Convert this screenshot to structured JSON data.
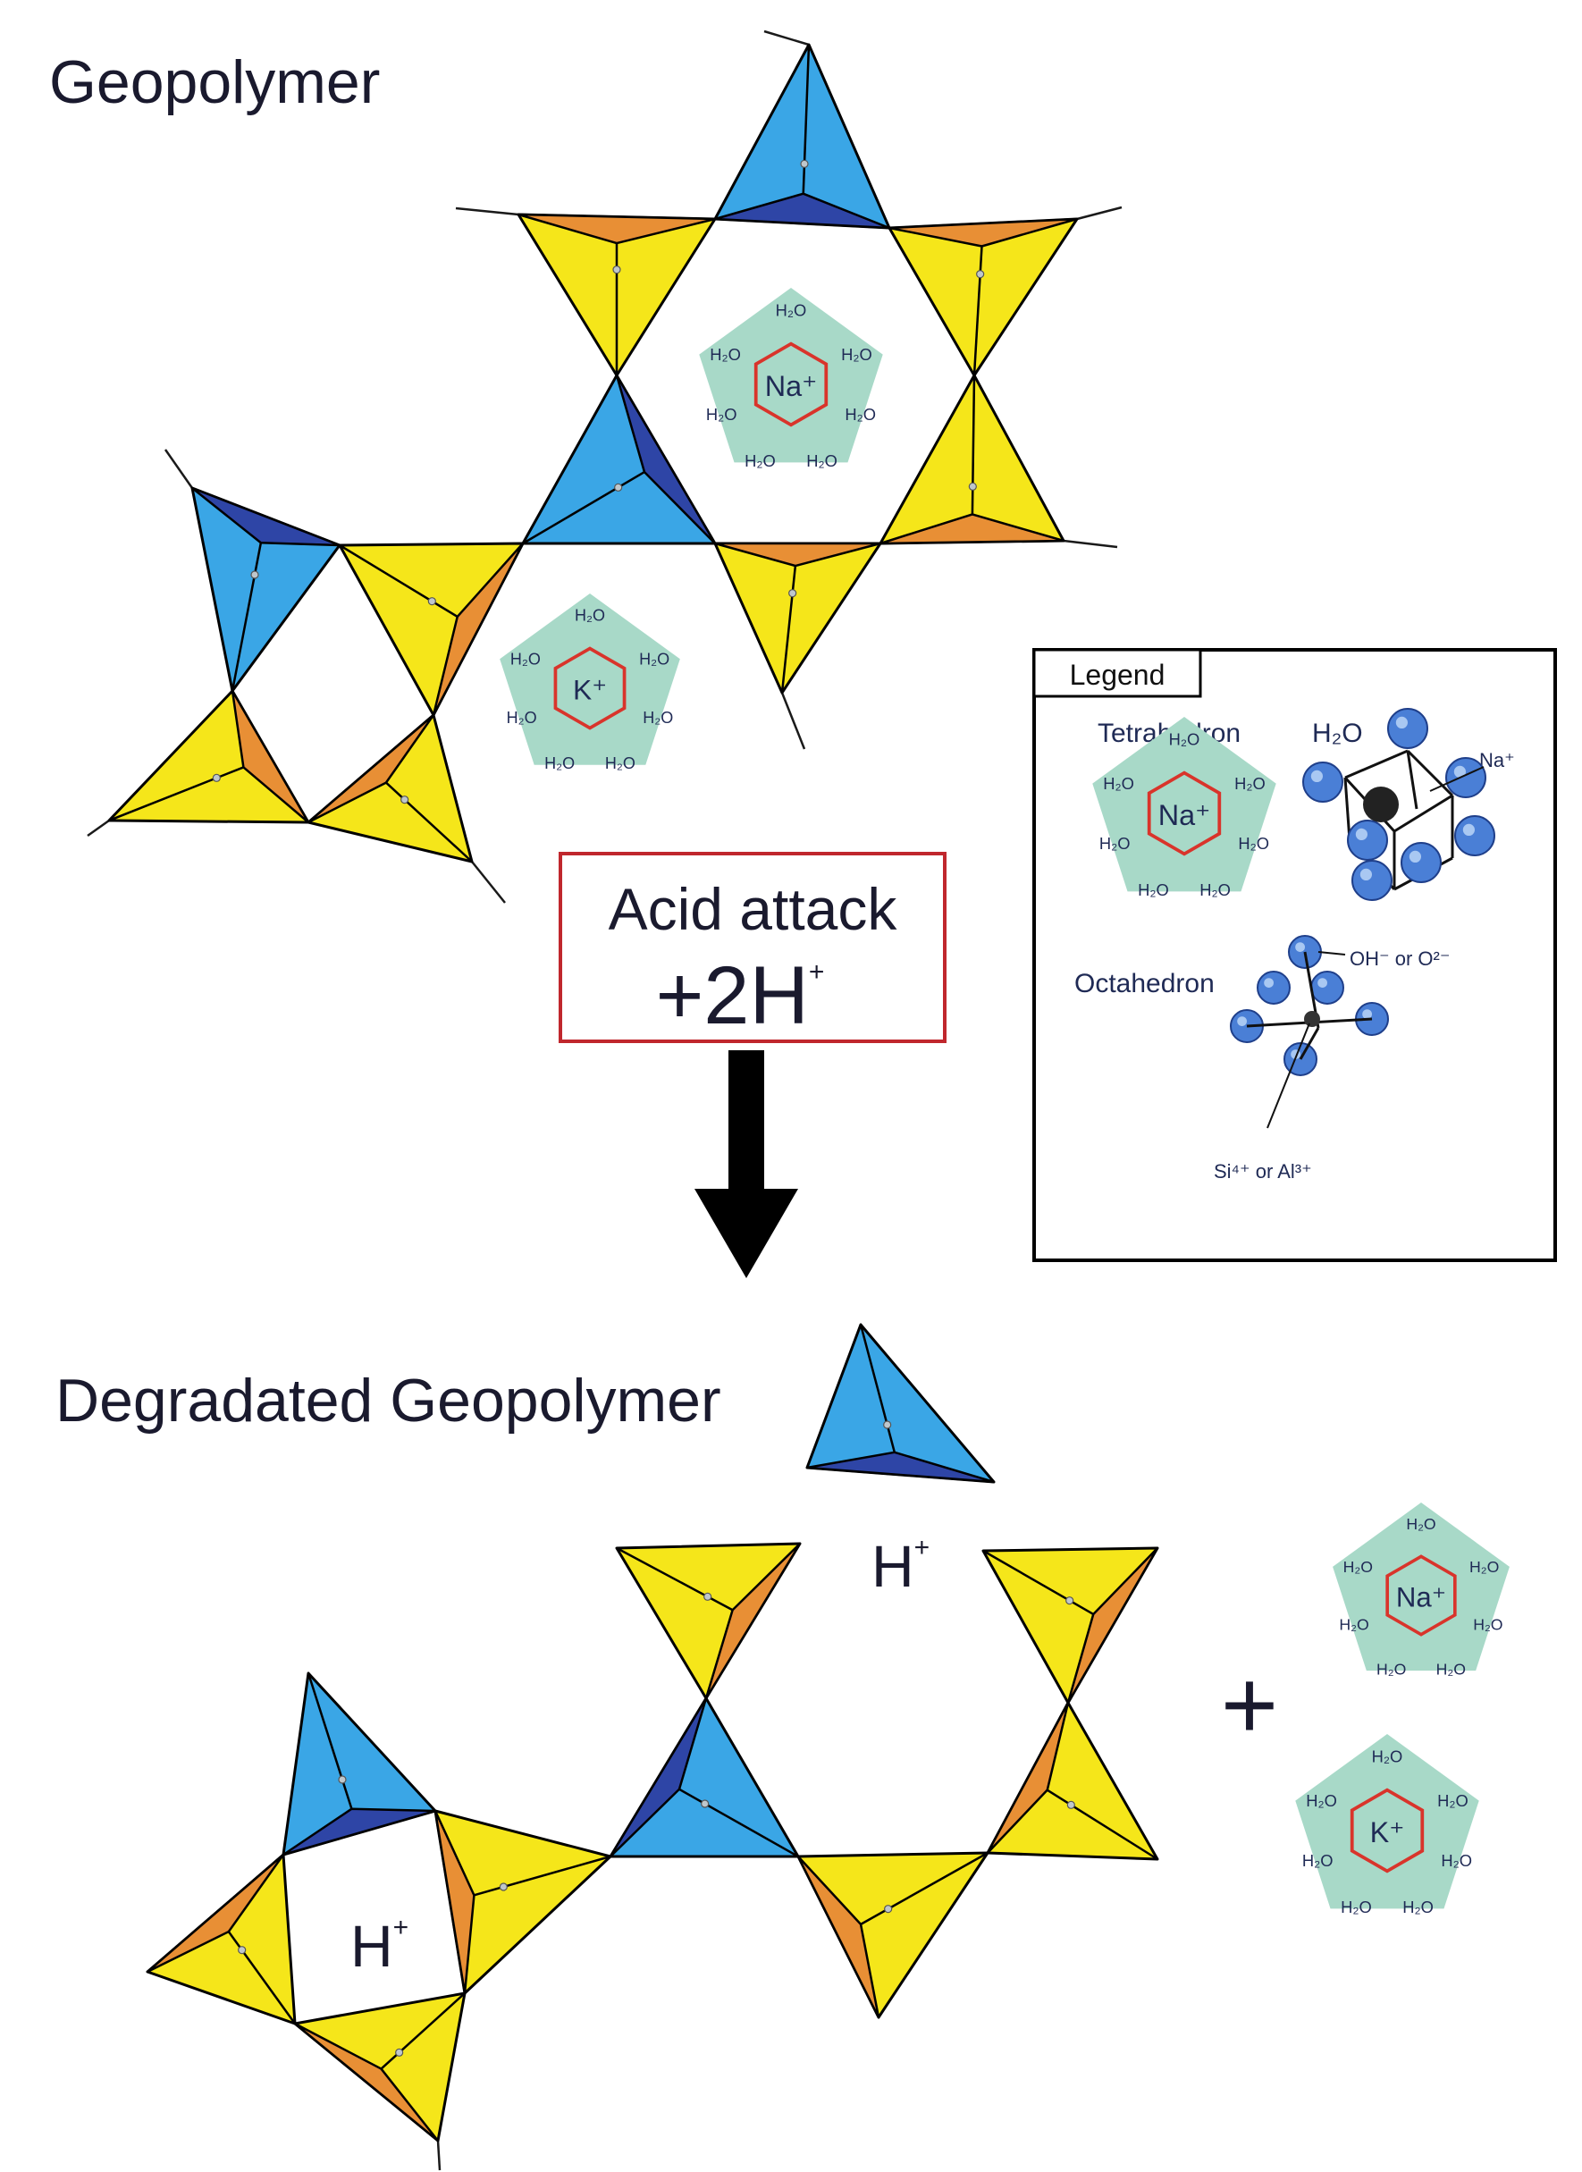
{
  "labels": {
    "top_title": "Geopolymer",
    "bottom_title": "Degradated Geopolymer",
    "acid_line1": "Acid attack",
    "acid_line2_main": "+2H",
    "acid_line2_sup": "+",
    "h_plus_main": "H",
    "h_plus_sup": "+",
    "plus_sign": "+"
  },
  "cation_clusters": {
    "water": "H₂O",
    "sodium": "Na⁺",
    "potassium": "K⁺"
  },
  "legend": {
    "title": "Legend",
    "tetrahedron": "Tetrahedron",
    "h2o": "H₂O",
    "na": "Na⁺",
    "octahedron": "Octahedron",
    "oh": "OH⁻ or O²⁻",
    "si_al": "Si⁴⁺ or Al³⁺"
  },
  "colors": {
    "yellow": "#f5e61a",
    "orange": "#e88f35",
    "light_blue": "#3aa6e6",
    "dark_blue": "#2e45a6",
    "cluster_fill": "#a8d9c8",
    "ring_red": "#d9342b",
    "acid_box_border": "#c0272d",
    "ball_blue": "#4a7fd6"
  }
}
